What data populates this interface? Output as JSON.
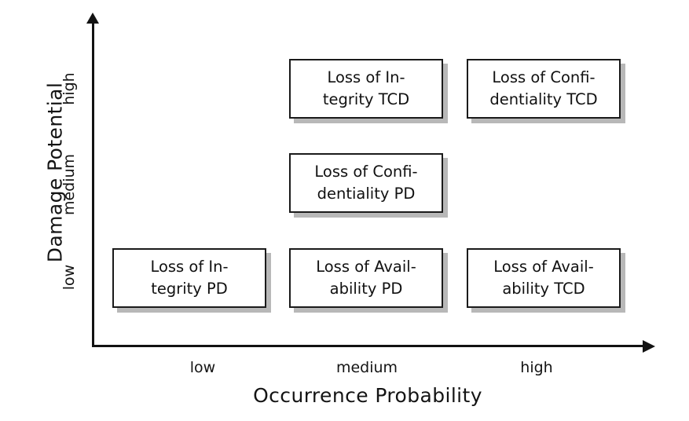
{
  "chart_data": {
    "type": "table",
    "title": "",
    "xlabel": "Occurrence Probability",
    "ylabel": "Damage Potential",
    "x_categories": [
      "low",
      "medium",
      "high"
    ],
    "y_categories": [
      "low",
      "medium",
      "high"
    ],
    "grid": false,
    "legend": "none",
    "cells": [
      {
        "x": "medium",
        "y": "high",
        "label": "Loss of Integrity TCD",
        "line1": "Loss of In-",
        "line2": "tegrity TCD"
      },
      {
        "x": "high",
        "y": "high",
        "label": "Loss of Confidentiality TCD",
        "line1": "Loss of Confi-",
        "line2": "dentiality TCD"
      },
      {
        "x": "medium",
        "y": "medium",
        "label": "Loss of Confidentiality PD",
        "line1": "Loss of Confi-",
        "line2": "dentiality PD"
      },
      {
        "x": "low",
        "y": "low",
        "label": "Loss of Integrity PD",
        "line1": "Loss of In-",
        "line2": "tegrity PD"
      },
      {
        "x": "medium",
        "y": "low",
        "label": "Loss of Availability PD",
        "line1": "Loss of Avail-",
        "line2": "ability PD"
      },
      {
        "x": "high",
        "y": "low",
        "label": "Loss of Availability TCD",
        "line1": "Loss of Avail-",
        "line2": "ability TCD"
      }
    ]
  },
  "axes": {
    "y": {
      "title": "Damage Potential",
      "ticks": {
        "high": "high",
        "medium": "medium",
        "low": "low"
      }
    },
    "x": {
      "title": "Occurrence Probability",
      "ticks": {
        "low": "low",
        "medium": "medium",
        "high": "high"
      }
    }
  },
  "colors": {
    "axis": "#121212",
    "box_border": "#1a1a1a",
    "box_fill": "#ffffff",
    "box_shadow": "#b8b8b8",
    "text": "#111111",
    "background": "#ffffff"
  }
}
